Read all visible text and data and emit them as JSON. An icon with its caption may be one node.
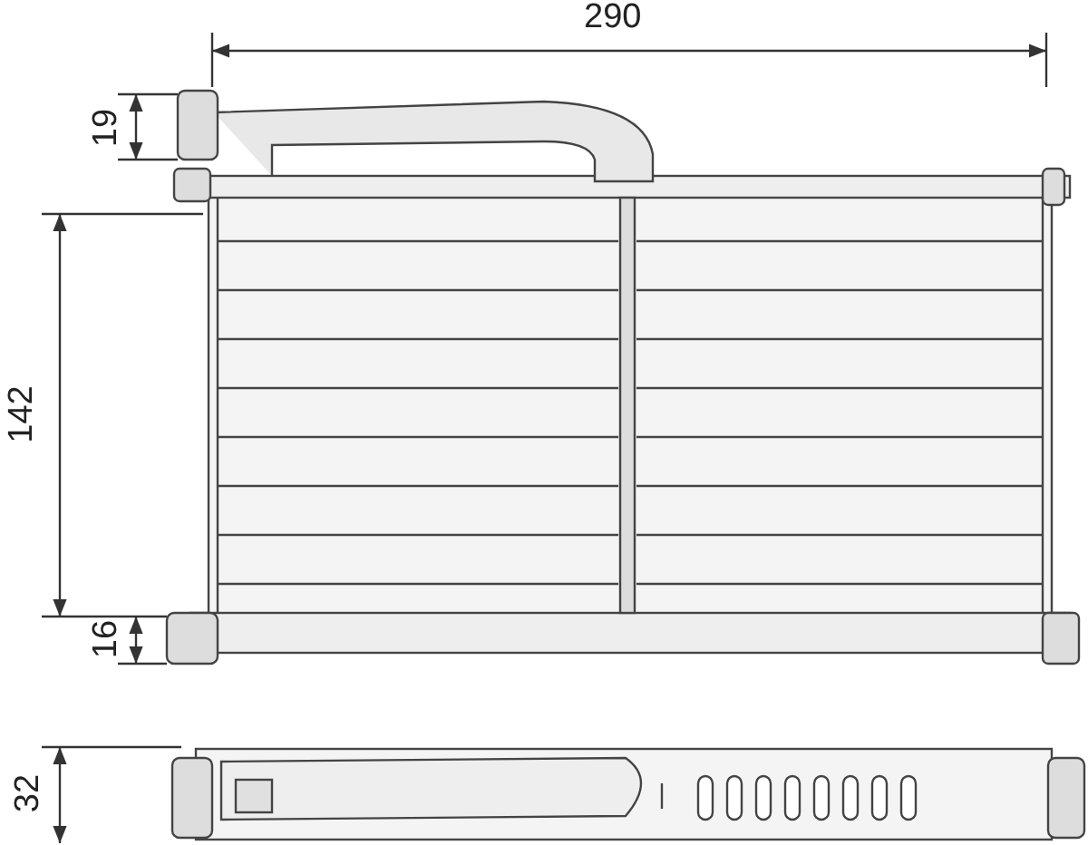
{
  "diagram": {
    "labels": [
      "290",
      "19",
      "142",
      "16",
      "32"
    ]
  }
}
